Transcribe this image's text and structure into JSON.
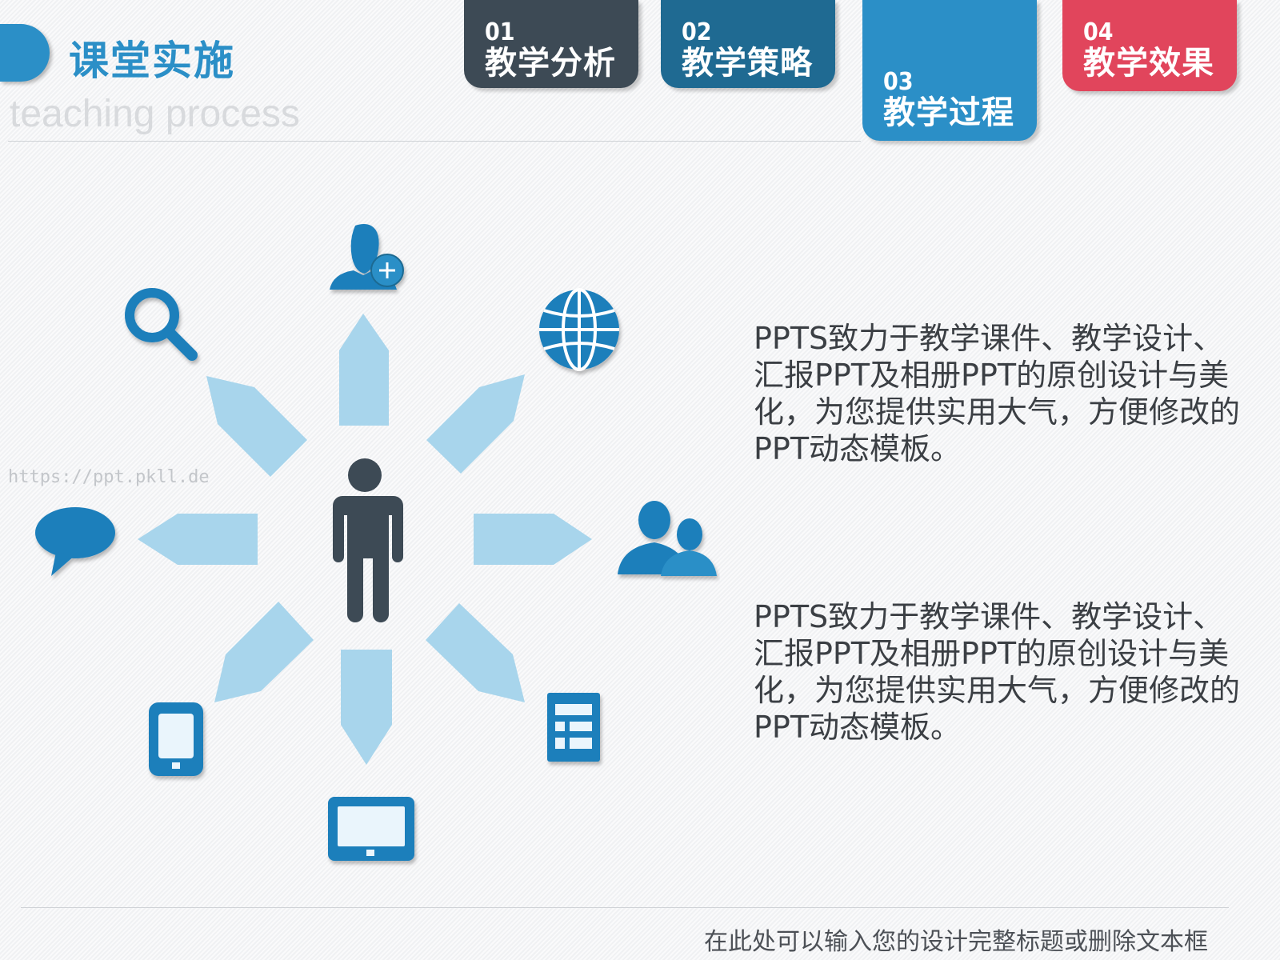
{
  "header": {
    "title": "课堂实施",
    "subtitle": "teaching process"
  },
  "tabs": [
    {
      "num": "01",
      "label": "教学分析",
      "color": "#3d4a55",
      "active": false
    },
    {
      "num": "02",
      "label": "教学策略",
      "color": "#1f6a92",
      "active": false
    },
    {
      "num": "03",
      "label": "教学过程",
      "color": "#2b8fc7",
      "active": true
    },
    {
      "num": "04",
      "label": "教学效果",
      "color": "#e1455c",
      "active": false
    }
  ],
  "watermark": "https://ppt.pkll.de",
  "paragraphs": [
    "PPTS致力于教学课件、教学设计、汇报PPT及相册PPT的原创设计与美化，为您提供实用大气，方便修改的PPT动态模板。",
    "PPTS致力于教学课件、教学设计、汇报PPT及相册PPT的原创设计与美化，为您提供实用大气，方便修改的PPT动态模板。"
  ],
  "diagram": {
    "center": "person-icon",
    "icons": [
      "add-user-icon",
      "globe-icon",
      "group-icon",
      "calculator-icon",
      "tablet-icon",
      "phone-icon",
      "speech-bubble-icon",
      "search-icon"
    ]
  },
  "footer": {
    "text": "在此处可以输入您的设计完整标题或删除文本框"
  },
  "colors": {
    "accent": "#2b8fc7",
    "dark": "#3d4a55",
    "arrow": "#a8d5ec",
    "red": "#e1455c"
  }
}
